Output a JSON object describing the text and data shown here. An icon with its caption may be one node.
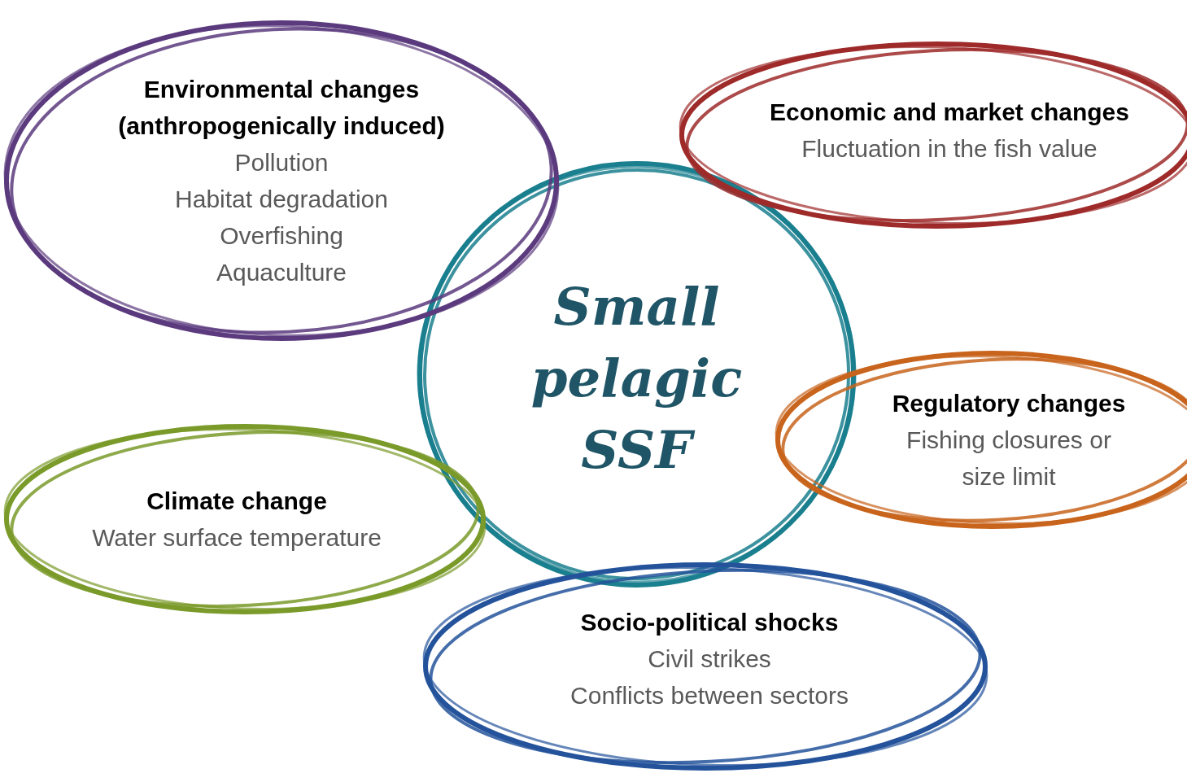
{
  "diagram": {
    "nodes": [
      {
        "text": [
          "Small pelagic SSF"
        ]
      },
      {
        "text": [
          "Environmental changes (anthropogenically induced)",
          "Pollution",
          "Habitat degradation",
          "Overfishing",
          "Aquaculture"
        ]
      },
      {
        "text": [
          "Economic and market changes",
          "Fluctuation in the  fish value"
        ]
      },
      {
        "text": [
          "Regulatory changes",
          "Fishing closures or size limit"
        ]
      },
      {
        "text": [
          "Climate change",
          "Water surface temperature"
        ]
      },
      {
        "text": [
          "Socio-political shocks",
          "Civil strikes",
          "Conflicts between sectors"
        ]
      }
    ]
  }
}
